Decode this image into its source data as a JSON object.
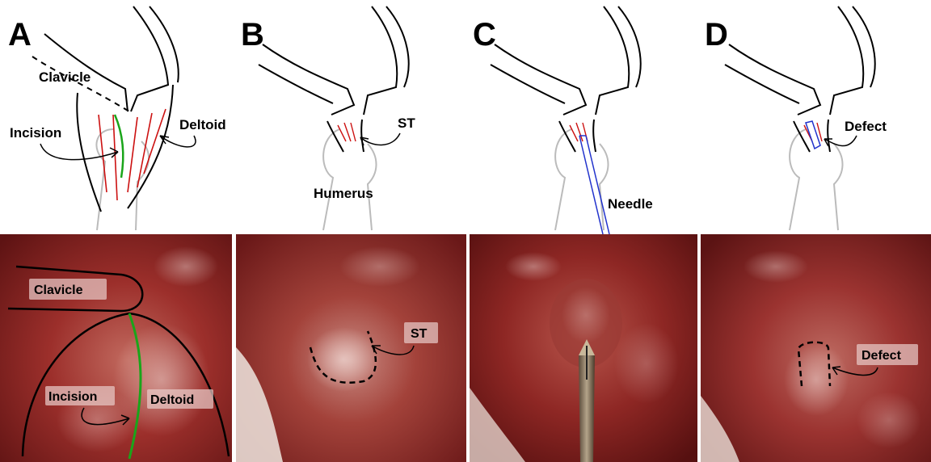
{
  "panels": [
    {
      "letter": "A",
      "sketch_labels": {
        "clavicle": "Clavicle",
        "incision": "Incision",
        "deltoid": "Deltoid"
      },
      "photo_labels": {
        "clavicle": "Clavicle",
        "incision": "Incision",
        "deltoid": "Deltoid"
      }
    },
    {
      "letter": "B",
      "sketch_labels": {
        "st": "ST",
        "humerus": "Humerus"
      },
      "photo_labels": {
        "st": "ST"
      }
    },
    {
      "letter": "C",
      "sketch_labels": {
        "needle": "Needle"
      },
      "photo_labels": {}
    },
    {
      "letter": "D",
      "sketch_labels": {
        "defect": "Defect"
      },
      "photo_labels": {
        "defect": "Defect"
      }
    }
  ],
  "colors": {
    "incision_line": "#1aa51a",
    "muscle_fibers": "#cc1111",
    "needle": "#2233cc",
    "humerus_outline": "#bbbbbb",
    "tissue_base": "#8a1e1e"
  }
}
